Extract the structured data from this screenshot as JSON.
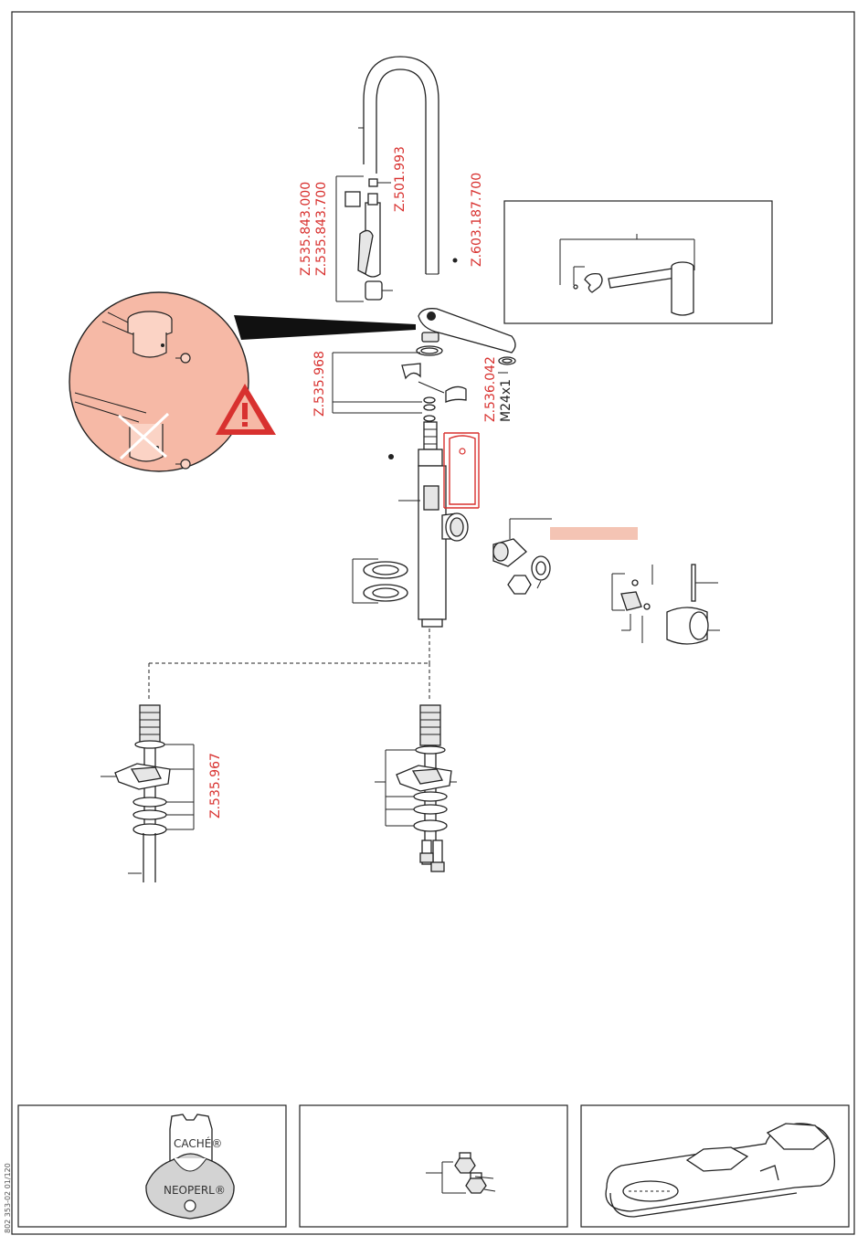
{
  "document_number": "802 353-02 01/120",
  "part_numbers": {
    "spout_group_a": "Z.535.843.000",
    "spout_group_b": "Z.535.843.700",
    "aerator": "Z.501.993",
    "spout": "Z.603.187.700",
    "seal_set": "Z.535.968",
    "o_ring": "Z.536.042",
    "thread": "M24x1",
    "mounting_set": "Z.535.967"
  },
  "tools": {
    "aerator_key_top_text": "CACHÉ®",
    "aerator_key_brand_text": "NEOPERL®"
  },
  "colors": {
    "accent_red": "#d8312f",
    "salmon_fill": "#f6b9a6",
    "salmon_bar": "#f4c4b4"
  },
  "icons": [
    "warning-icon",
    "no-install-cross-icon",
    "hex-nut-icon"
  ]
}
